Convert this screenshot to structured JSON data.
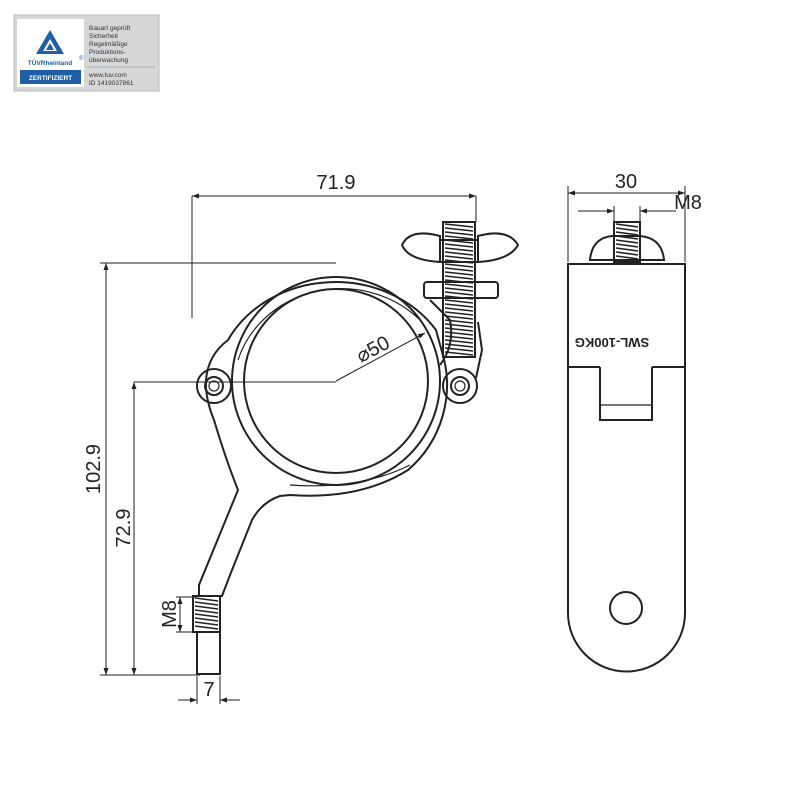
{
  "certification_badge": {
    "brand": "TÜVRheinland",
    "registered_mark": "®",
    "status": "ZERTIFIZIERT",
    "description_lines": [
      "Bauart geprüft",
      "Sicherheit",
      "Regelmäßige",
      "Produktions-",
      "überwachung"
    ],
    "website": "www.tuv.com",
    "id": "ID 1419037861",
    "colors": {
      "brand_blue": "#1f5fa8",
      "panel_gray": "#d4d6d8"
    }
  },
  "front_view": {
    "overall_width": "71.9",
    "overall_height": "102.9",
    "center_height": "72.9",
    "tube_diameter": "⌀50",
    "thread_size": "M8",
    "stem_width": "7"
  },
  "side_view": {
    "width": "30",
    "thread_size": "M8",
    "load_label": "SWL-100KG"
  }
}
